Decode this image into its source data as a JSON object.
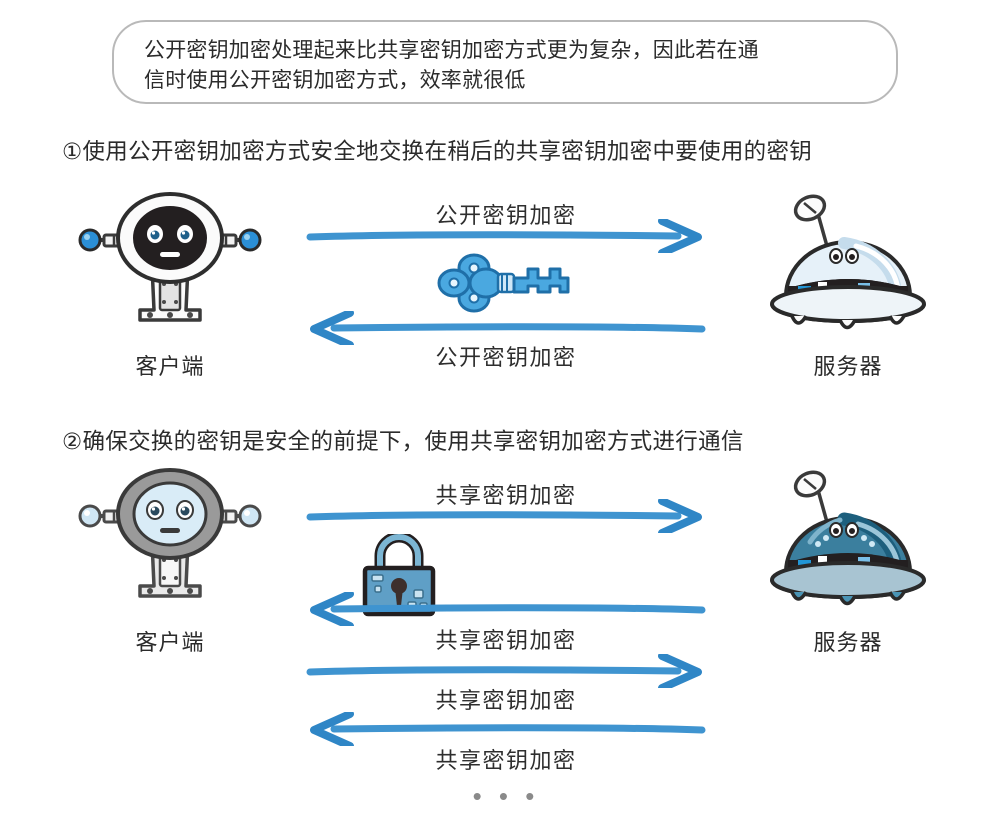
{
  "callout": {
    "text": "公开密钥加密处理起来比共享密钥加密方式更为复杂，因此若在通\n信时使用公开密钥加密方式，效率就很低"
  },
  "steps": [
    {
      "id": "step1",
      "heading": "①使用公开密钥加密方式安全地交换在稍后的共享密钥加密中要使用的密钥",
      "client_label": "客户端",
      "server_label": "服务器",
      "middle_icon": "key-icon",
      "arrows": [
        {
          "direction": "right",
          "caption": "公开密钥加密",
          "caption_position": "above"
        },
        {
          "direction": "left",
          "caption": "公开密钥加密",
          "caption_position": "below"
        }
      ]
    },
    {
      "id": "step2",
      "heading": "②确保交换的密钥是安全的前提下，使用共享密钥加密方式进行通信",
      "client_label": "客户端",
      "server_label": "服务器",
      "middle_icon": "lock-icon",
      "arrows": [
        {
          "direction": "right",
          "caption": "共享密钥加密",
          "caption_position": "above"
        },
        {
          "direction": "left",
          "caption": "共享密钥加密",
          "caption_position": "below"
        },
        {
          "direction": "right",
          "caption": "共享密钥加密",
          "caption_position": "below"
        },
        {
          "direction": "left",
          "caption": "共享密钥加密",
          "caption_position": "below"
        }
      ],
      "ellipsis": "• • •"
    }
  ],
  "colors": {
    "arrow_blue": "#3f94d0",
    "arrow_blue_dark": "#2f86c6",
    "key_blue": "#4aa8e0",
    "lock_blue": "#5f9fc6",
    "server_dome_light": "#dcebf5",
    "server_dome_dark": "#2d7ea3",
    "server_body_dark": "#231f20",
    "accent_blue": "#2196d6",
    "text_dark": "#2b2b2b",
    "bubble_border": "#b9b9b9"
  }
}
